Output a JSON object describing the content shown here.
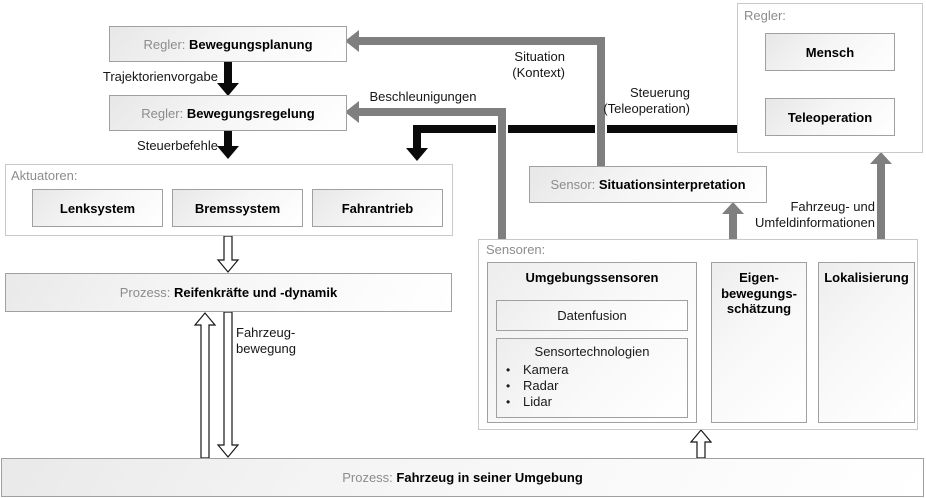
{
  "colors": {
    "arrow_black": "#0a0a0a",
    "arrow_gray": "#7f7f7f",
    "box_border": "#a0a0a0",
    "group_border": "#c9c9c9",
    "muted_text": "#8c8c8c"
  },
  "boxes": {
    "bewegungsplanung": {
      "prefix": "Regler: ",
      "name": "Bewegungsplanung"
    },
    "bewegungsregelung": {
      "prefix": "Regler: ",
      "name": "Bewegungsregelung"
    },
    "situationsinterpretation": {
      "prefix": "Sensor: ",
      "name": "Situationsinterpretation"
    },
    "reifenkraefte": {
      "prefix": "Prozess: ",
      "name": "Reifenkräfte und -dynamik"
    },
    "fahrzeug_in_umgebung": {
      "prefix": "Prozess: ",
      "name": "Fahrzeug in seiner Umgebung"
    }
  },
  "groups": {
    "aktuatoren": {
      "label": "Aktuatoren:",
      "items": [
        "Lenksystem",
        "Bremssystem",
        "Fahrantrieb"
      ]
    },
    "regler": {
      "label": "Regler:",
      "items": [
        "Mensch",
        "Teleoperation"
      ]
    },
    "sensoren": {
      "label": "Sensoren:",
      "umgebungssensoren": {
        "title": "Umgebungssensoren",
        "datenfusion": "Datenfusion",
        "sensortechnologien": {
          "title": "Sensortechnologien",
          "bullets": [
            "Kamera",
            "Radar",
            "Lidar"
          ]
        }
      },
      "eigenbewegung": [
        "Eigen-",
        "bewegungs-",
        "schätzung"
      ],
      "lokalisierung": "Lokalisierung"
    }
  },
  "labels": {
    "trajektorienvorgabe": "Trajektorienvorgabe",
    "steuerbefehle": "Steuerbefehle",
    "beschleunigungen": "Beschleunigungen",
    "situation": [
      "Situation",
      "(Kontext)"
    ],
    "steuerung": [
      "Steuerung",
      "(Teleoperation)"
    ],
    "fahrzeug_umfeld_info": [
      "Fahrzeug- und",
      "Umfeldinformationen"
    ],
    "fahrzeugbewegung": [
      "Fahrzeug-",
      "bewegung"
    ]
  }
}
